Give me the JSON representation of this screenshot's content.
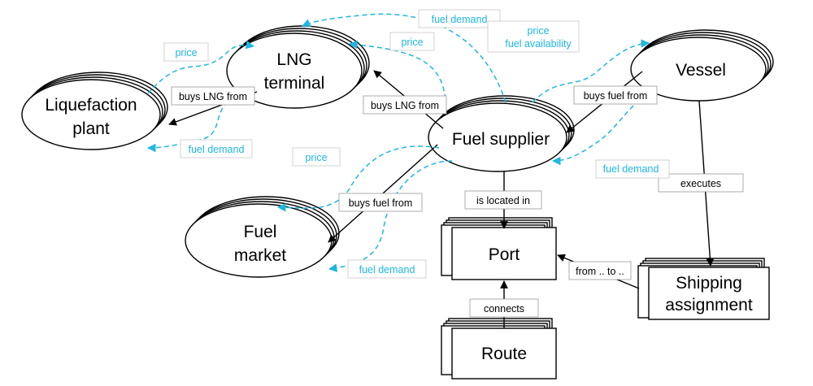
{
  "nodes": {
    "liquefaction_plant": [
      "Liquefaction",
      "plant"
    ],
    "lng_terminal": [
      "LNG",
      "terminal"
    ],
    "vessel": "Vessel",
    "fuel_supplier": "Fuel supplier",
    "fuel_market": [
      "Fuel",
      "market"
    ],
    "port": "Port",
    "shipping_assignment": [
      "Shipping",
      "assignment"
    ],
    "route": "Route"
  },
  "relations": {
    "buys_lng_from_terminal": "buys LNG from",
    "buys_lng_from_supplier": "buys LNG from",
    "buys_fuel_from_vessel": "buys fuel from",
    "buys_fuel_from_market": "buys fuel from",
    "is_located_in": "is located in",
    "executes": "executes",
    "from_to": "from .. to ..",
    "connects": "connects"
  },
  "flows": {
    "price_plant": "price",
    "fuel_demand_plant": "fuel demand",
    "price_terminal": "price",
    "fuel_demand_top": "fuel demand",
    "price_fuel_availability": [
      "price",
      "fuel availability"
    ],
    "fuel_demand_vessel": "fuel demand",
    "price_market": "price",
    "fuel_demand_market": "fuel demand"
  },
  "colors": {
    "relation": "#000000",
    "flow": "#1fb6e0"
  }
}
